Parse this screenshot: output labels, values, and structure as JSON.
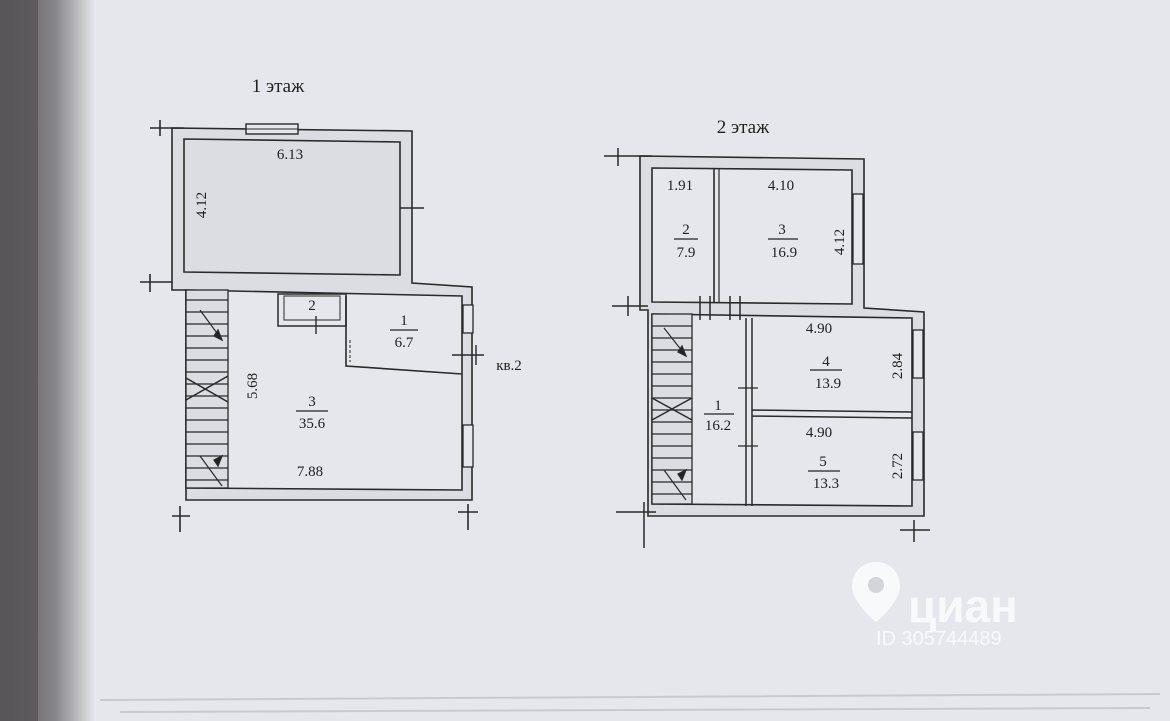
{
  "floor1": {
    "title": "1 этаж",
    "upper_room": {
      "width": "6.13",
      "height": "4.12"
    },
    "room1": {
      "number": "1",
      "area": "6.7"
    },
    "room2": {
      "number": "2"
    },
    "room3": {
      "number": "3",
      "area": "35.6",
      "height": "5.68",
      "width": "7.88"
    },
    "neighbor_label": "кв.2"
  },
  "floor2": {
    "title": "2 этаж",
    "room1": {
      "number": "1",
      "area": "16.2"
    },
    "room2": {
      "number": "2",
      "area": "7.9",
      "width": "1.91"
    },
    "room3": {
      "number": "3",
      "area": "16.9",
      "width": "4.10",
      "height": "4.12"
    },
    "room4": {
      "number": "4",
      "area": "13.9",
      "width": "4.90",
      "height": "2.84"
    },
    "room5": {
      "number": "5",
      "area": "13.3",
      "width": "4.90",
      "height": "2.72"
    }
  },
  "watermark": {
    "brand": "циан",
    "id_text": "ID 305744489",
    "icon": "location-pin-icon"
  },
  "colors": {
    "paper": "#e6e7ec",
    "ink": "#202020",
    "wall_fill": "#dcdde2",
    "left_shadow": "#5c5a5c"
  }
}
